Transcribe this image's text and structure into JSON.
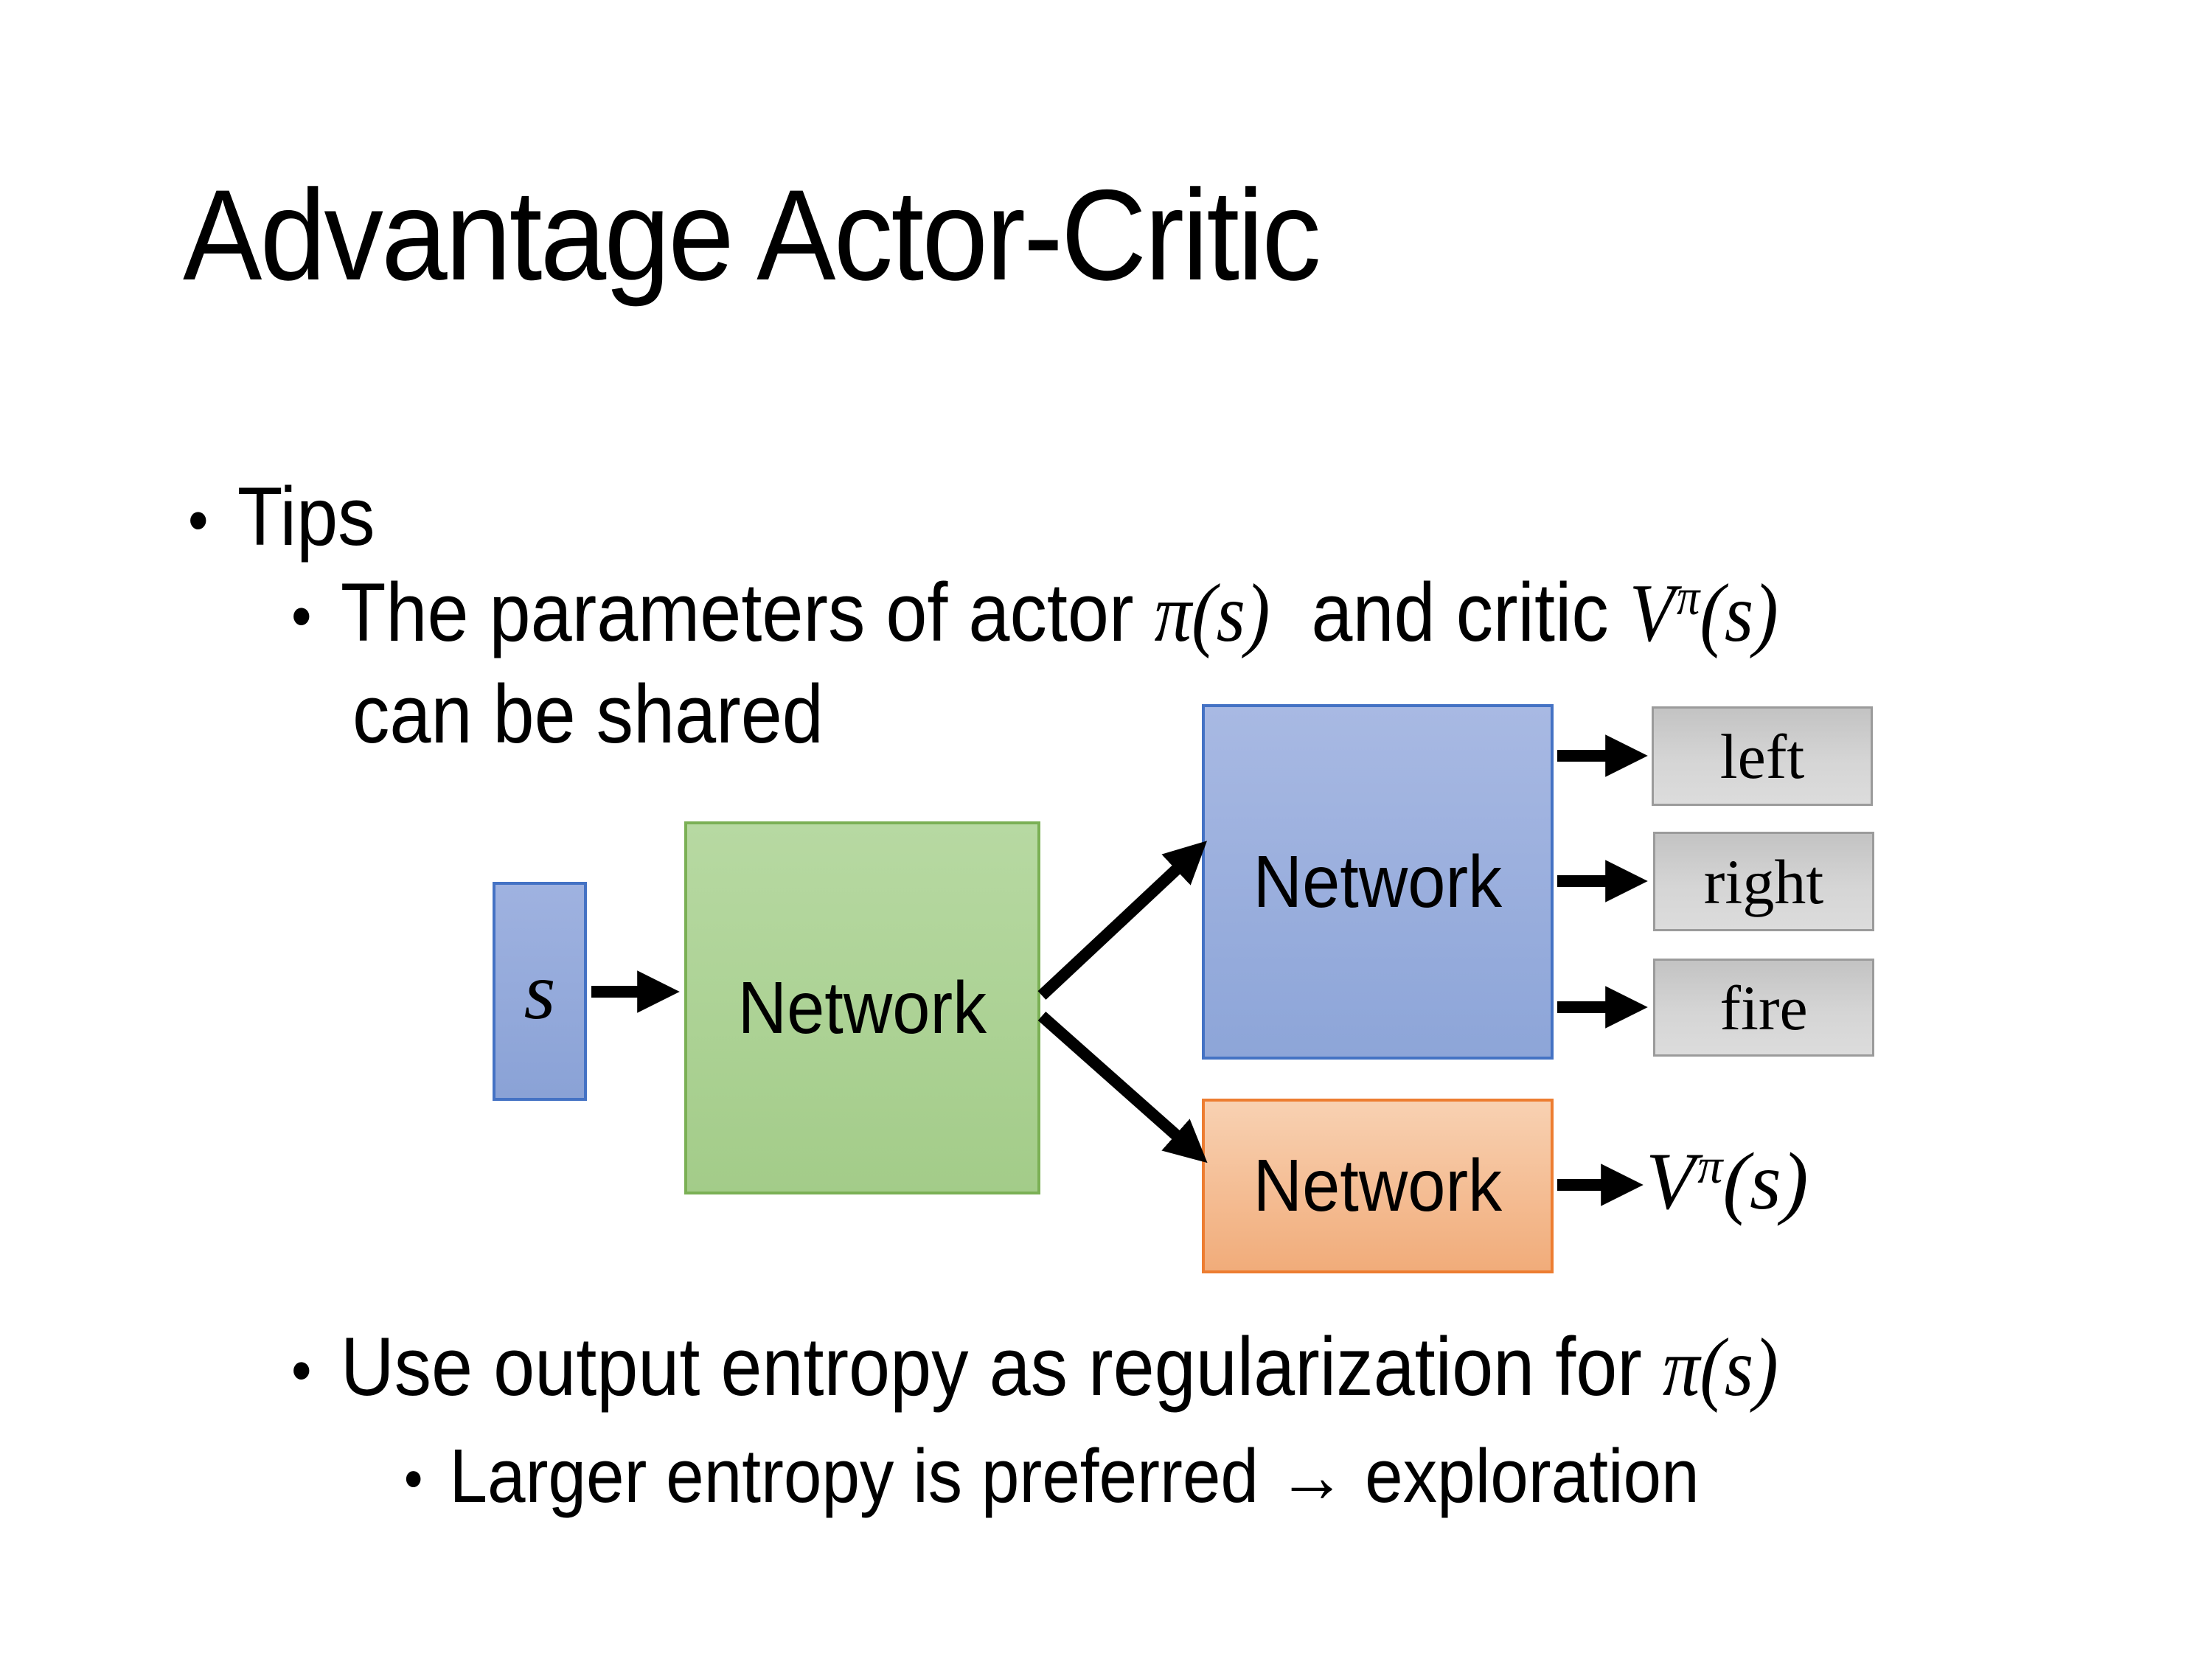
{
  "slide": {
    "title": "Advantage Actor-Critic",
    "bullet_char": "•",
    "bullets": {
      "tips": "Tips",
      "params_line1": [
        {
          "t": "The parameters of actor "
        },
        {
          "t": "π(s)",
          "c": "m"
        },
        {
          "t": "  and critic "
        },
        {
          "t": "V",
          "c": "m"
        },
        {
          "t": "π",
          "c": "m sup"
        },
        {
          "t": "(s)",
          "c": "m"
        }
      ],
      "params_line2": "can be shared",
      "entropy_line": [
        {
          "t": "Use output entropy as regularization for "
        },
        {
          "t": "π(s)",
          "c": "m"
        }
      ],
      "exploration_line": [
        {
          "t": "Larger entropy is preferred → exploration"
        }
      ]
    },
    "diagram": {
      "state_label": "s",
      "shared_network_label": "Network",
      "actor_network_label": "Network",
      "critic_network_label": "Network",
      "action_labels": [
        "left",
        "right",
        "fire"
      ],
      "value_output": [
        {
          "t": "V",
          "c": "m"
        },
        {
          "t": "π",
          "c": "m sup"
        },
        {
          "t": "(s)",
          "c": "m"
        }
      ]
    },
    "colors": {
      "background": "#ffffff",
      "text": "#000000",
      "arrow": "#000000",
      "state_fill": "#8fa6d8",
      "state_border": "#4472c4",
      "shared_fill": "#a9d18e",
      "shared_border": "#7bb055",
      "actor_fill": "#97acdc",
      "actor_border": "#4472c4",
      "critic_fill": "#f4b183",
      "critic_border": "#ed7d31",
      "action_fill": "#d0d0d0",
      "action_border": "#9b9b9b"
    }
  }
}
